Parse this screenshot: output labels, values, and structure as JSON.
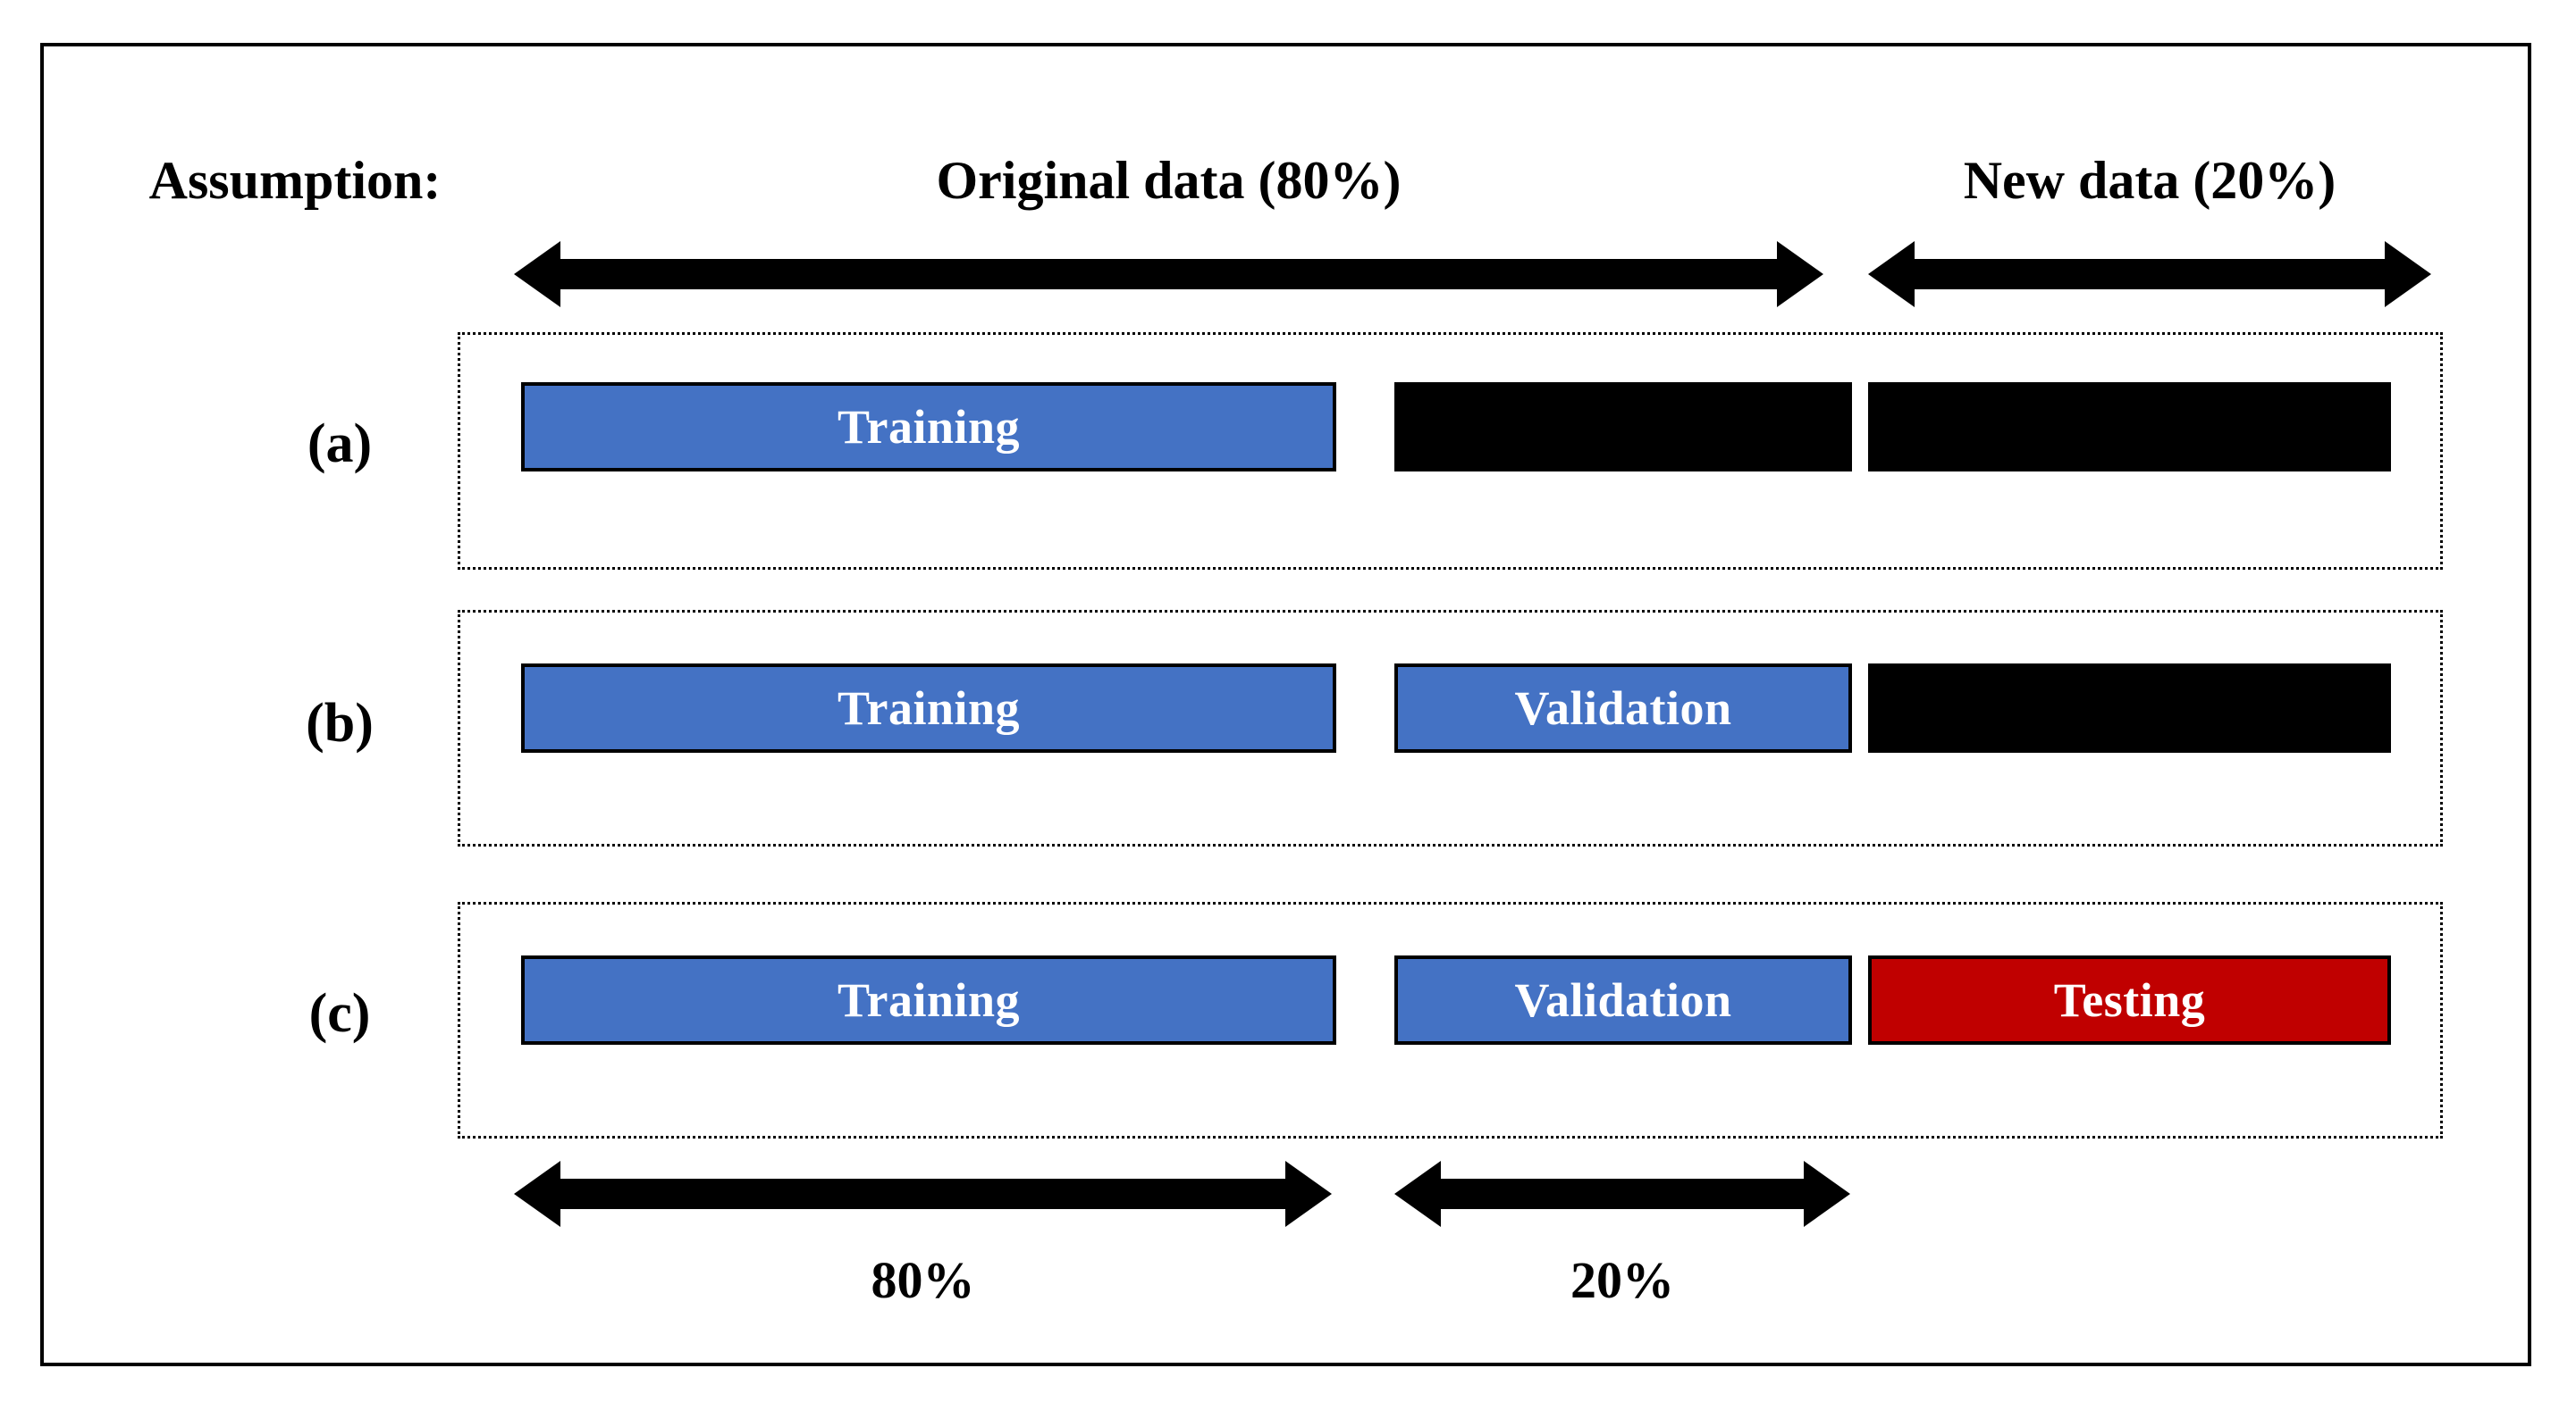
{
  "figure": {
    "assumption_label": "Assumption:",
    "headers": [
      {
        "id": "original",
        "label": "Original data (80%)"
      },
      {
        "id": "new",
        "label": "New data (20%)"
      }
    ],
    "top_arrows": [
      {
        "id": "original-span",
        "icon": "double-headed-arrow-icon"
      },
      {
        "id": "new-span",
        "icon": "double-headed-arrow-icon"
      }
    ],
    "rows": [
      {
        "letter": "(a)",
        "segments": [
          {
            "column": "training",
            "label": "Training",
            "state": "shown",
            "color": "#4472C4"
          },
          {
            "column": "validation",
            "label": "",
            "state": "blocked",
            "color": "#000000"
          },
          {
            "column": "testing",
            "label": "",
            "state": "blocked",
            "color": "#000000"
          }
        ]
      },
      {
        "letter": "(b)",
        "segments": [
          {
            "column": "training",
            "label": "Training",
            "state": "shown",
            "color": "#4472C4"
          },
          {
            "column": "validation",
            "label": "Validation",
            "state": "shown",
            "color": "#4472C4"
          },
          {
            "column": "testing",
            "label": "",
            "state": "blocked",
            "color": "#000000"
          }
        ]
      },
      {
        "letter": "(c)",
        "segments": [
          {
            "column": "training",
            "label": "Training",
            "state": "shown",
            "color": "#4472C4"
          },
          {
            "column": "validation",
            "label": "Validation",
            "state": "shown",
            "color": "#4472C4"
          },
          {
            "column": "testing",
            "label": "Testing",
            "state": "shown",
            "color": "#C00000"
          }
        ]
      }
    ],
    "bottom_arrows": [
      {
        "id": "split-80",
        "icon": "double-headed-arrow-icon",
        "label": "80%"
      },
      {
        "id": "split-20",
        "icon": "double-headed-arrow-icon",
        "label": "20%"
      }
    ],
    "colors": {
      "blue": "#4472C4",
      "red": "#C00000",
      "black": "#000000",
      "white": "#FFFFFF"
    }
  }
}
